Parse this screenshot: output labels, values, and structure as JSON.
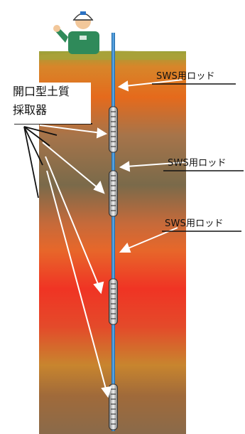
{
  "diagram": {
    "rod_label": "SWS用ロッド",
    "sampler_label_line1": "開口型土質",
    "sampler_label_line2": "採取器"
  },
  "icons": {
    "worker": "worker-figure-icon"
  }
}
